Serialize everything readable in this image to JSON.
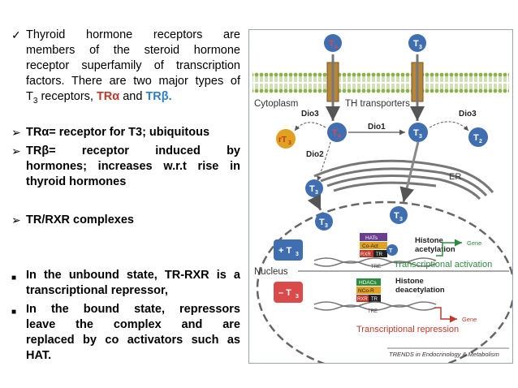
{
  "bullets": {
    "b1": {
      "lines": [
        "Thyroid hormone receptors are",
        "members of the steroid hormone",
        "receptor superfamily of transcription",
        "factors. There are two major types of"
      ],
      "last_prefix": "T",
      "last_sub": "3",
      "last_mid": " receptors, ",
      "tra": "TRα",
      "and": " and ",
      "trb": "TRβ."
    },
    "b2": "TRα= receptor for T3; ubiquitous",
    "b3": {
      "lines": [
        "TRβ= receptor induced by",
        "hormones; increases w.r.t rise in",
        "thyroid hormones"
      ]
    },
    "b4": "TR/RXR complexes",
    "b5": {
      "lines": [
        "In the unbound state, TR-RXR is a",
        "transcriptional repressor,"
      ]
    },
    "b6": {
      "lines": [
        "In the bound state, repressors",
        "leave the complex and are",
        "replaced by co activators such as",
        "HAT."
      ]
    }
  },
  "figure": {
    "cytoplasm": "Cytoplasm",
    "th_transporters": "TH transporters",
    "dio3_left": "Dio3",
    "dio3_right": "Dio3",
    "dio1": "Dio1",
    "dio2": "Dio2",
    "er": "ER",
    "nucleus": "Nucleus",
    "t4": "T",
    "t4_sub": "4",
    "t3": "T",
    "t3_sub": "3",
    "rt3": "rT",
    "rt3_sub": "3",
    "t2": "T",
    "t2_sub": "2",
    "plus_t3": "+ T",
    "minus_t3": "– T",
    "hats": "HATs",
    "co_act": "Co-Act",
    "rxr": "RXR",
    "tr": "TR",
    "tre": "TRE",
    "hdacs": "HDACs",
    "nco_r": "NCo-R",
    "histone_acetylation": [
      "Histone",
      "acetylation"
    ],
    "histone_deacetylation": [
      "Histone",
      "deacetylation"
    ],
    "gene": "Gene",
    "transcriptional_activation": "Transcriptional activation",
    "transcriptional_repression": "Transcriptional repression",
    "credit": "TRENDS in Endocrinology & Metabolism",
    "colors": {
      "t4": "#d94a4a",
      "t3": "#3f6fb0",
      "membrane": "#8bb24a",
      "activation": "#2d8a3e",
      "repression": "#c0392b"
    }
  },
  "icons": {
    "check": "check-icon",
    "arrow": "arrow-bullet-icon",
    "square": "square-bullet-icon"
  }
}
